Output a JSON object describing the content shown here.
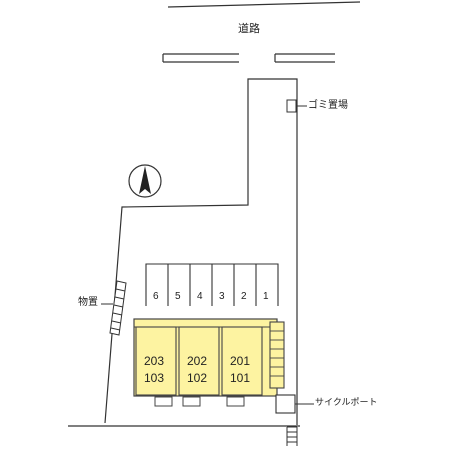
{
  "labels": {
    "road": "道路",
    "garbage": "ゴミ置場",
    "storage": "物置",
    "bicycle_port": "サイクルポート"
  },
  "parking_numbers": [
    "6",
    "5",
    "4",
    "3",
    "2",
    "1"
  ],
  "units": [
    {
      "upper": "203",
      "lower": "103"
    },
    {
      "upper": "202",
      "lower": "102"
    },
    {
      "upper": "201",
      "lower": "101"
    }
  ],
  "colors": {
    "line": "#333333",
    "building_fill": "#fdf3a1",
    "building_stroke": "#444444"
  },
  "icons": [
    "north-arrow-icon"
  ]
}
